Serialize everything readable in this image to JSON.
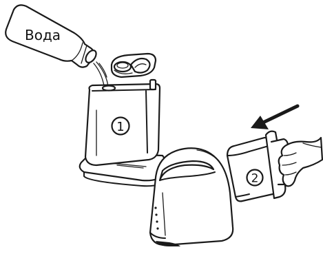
{
  "bottle_label": "Вода",
  "step_1": "1",
  "step_2": "2"
}
